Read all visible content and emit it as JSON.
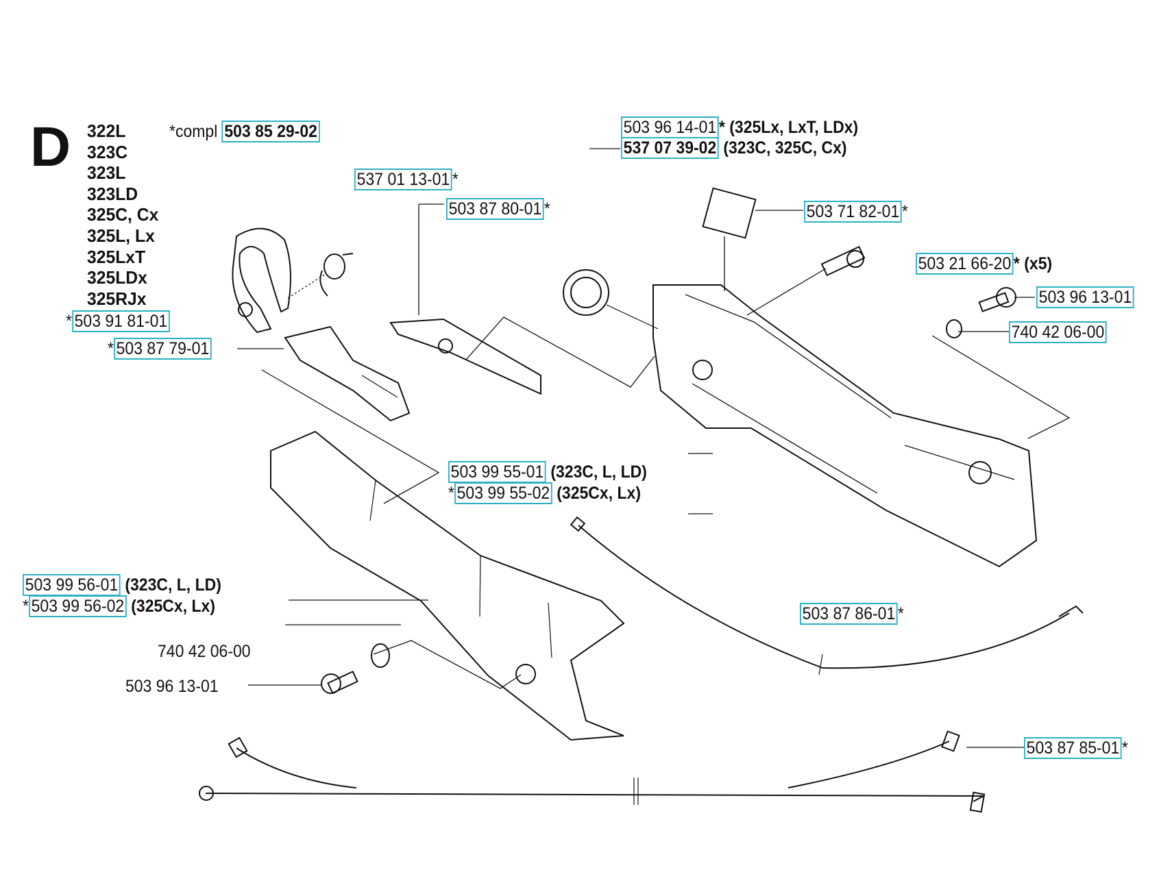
{
  "section_letter": "D",
  "models": [
    "322L",
    "323C",
    "323L",
    "323LD",
    "325C, Cx",
    "325L, Lx",
    "325LxT",
    "325LDx",
    "325RJx"
  ],
  "labels": {
    "compl": {
      "prefix": "*compl ",
      "part": "503 85 29-02"
    },
    "p1": {
      "prefix": "*",
      "part": "503 91 81-01",
      "suffix": ""
    },
    "p2": {
      "prefix": "*",
      "part": "503 87 79-01",
      "suffix": ""
    },
    "p3": {
      "prefix": "",
      "part": "537 01 13-01",
      "suffix": "*"
    },
    "p4": {
      "prefix": "",
      "part": "503 87 80-01",
      "suffix": "*"
    },
    "p5": {
      "prefix": "",
      "part": "503 96 14-01",
      "suffix": "* (325Lx, LxT, LDx)"
    },
    "p6": {
      "prefix": "",
      "part": "537 07 39-02",
      "suffix": " (323C, 325C, Cx)"
    },
    "p7": {
      "prefix": "",
      "part": "503 71 82-01",
      "suffix": "*"
    },
    "p8": {
      "prefix": "",
      "part": "503 21 66-20",
      "suffix": "* (x5)"
    },
    "p9": {
      "prefix": "",
      "part": "503 96 13-01",
      "suffix": ""
    },
    "p10": {
      "prefix": "",
      "part": "740 42 06-00",
      "suffix": ""
    },
    "p11": {
      "prefix": "",
      "part": "503 99 55-01",
      "suffix": " (323C, L, LD)"
    },
    "p12": {
      "prefix": "*",
      "part": "503 99 55-02",
      "suffix": " (325Cx, Lx)"
    },
    "p13": {
      "prefix": "",
      "part": "503 99 56-01",
      "suffix": " (323C, L, LD)"
    },
    "p14": {
      "prefix": "*",
      "part": "503 99 56-02",
      "suffix": " (325Cx, Lx)"
    },
    "p15": {
      "prefix": "",
      "part": "740 42 06-00",
      "suffix": ""
    },
    "p16": {
      "prefix": "",
      "part": "503 96 13-01",
      "suffix": ""
    },
    "p17": {
      "prefix": "",
      "part": "503 87 86-01",
      "suffix": "*"
    },
    "p18": {
      "prefix": "",
      "part": "503 87 85-01",
      "suffix": "*"
    }
  },
  "colors": {
    "highlight": "#2bb0c4",
    "ink": "#111111"
  }
}
